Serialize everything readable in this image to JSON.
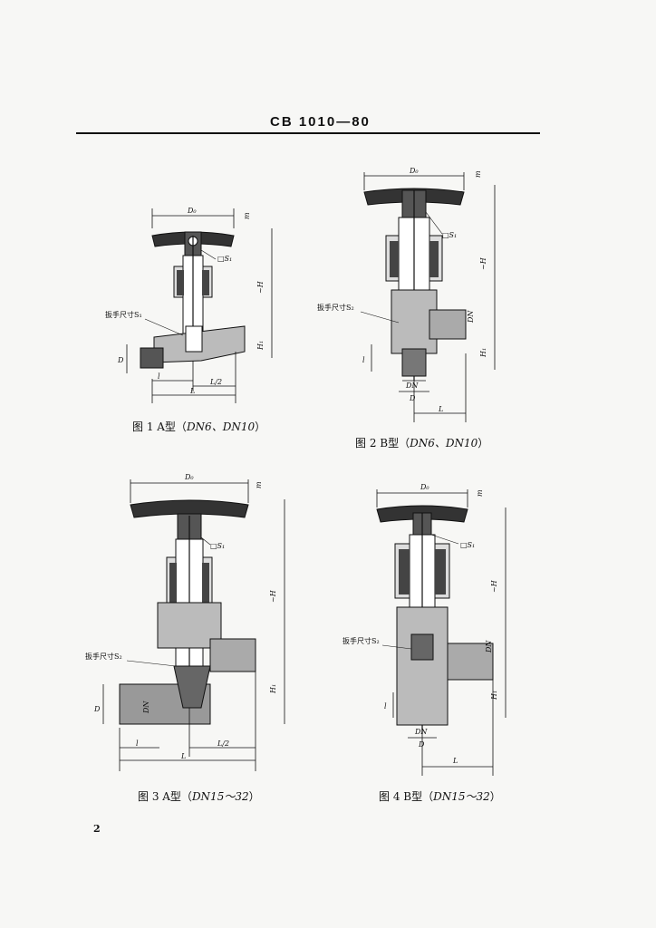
{
  "header": {
    "doc_code": "CB 1010—80"
  },
  "page_number": "2",
  "figures": [
    {
      "caption_prefix": "图 1  A型（",
      "caption_dn": "DN6、DN10",
      "caption_suffix": "）",
      "labels": {
        "d0": "D₀",
        "m": "m",
        "s1": "□S₁",
        "wrench": "扳手尺寸S₁",
        "h": "~H",
        "h1": "H₁",
        "d": "D",
        "l_small": "l",
        "l_half": "L/2",
        "l": "L"
      }
    },
    {
      "caption_prefix": "图 2  B型（",
      "caption_dn": "DN6、DN10",
      "caption_suffix": "）",
      "labels": {
        "d0": "D₀",
        "m": "m",
        "s1": "□S₁",
        "wrench": "扳手尺寸S₂",
        "h": "~H",
        "h1": "H₁",
        "dn": "DN",
        "d": "D",
        "l_small": "l",
        "l": "L"
      }
    },
    {
      "caption_prefix": "图 3  A型（",
      "caption_dn": "DN15～32",
      "caption_suffix": "）",
      "labels": {
        "d0": "D₀",
        "m": "m",
        "s1": "□S₁",
        "wrench": "扳手尺寸S₂",
        "h": "~H",
        "h1": "H₁",
        "d": "D",
        "dn": "DN",
        "l_small": "l",
        "l_half": "L/2",
        "l": "L"
      }
    },
    {
      "caption_prefix": "图 4  B型（",
      "caption_dn": "DN15～32",
      "caption_suffix": "）",
      "labels": {
        "d0": "D₀",
        "m": "m",
        "s1": "□S₁",
        "wrench": "扳手尺寸S₂",
        "h": "~H",
        "h1": "H₁",
        "dn": "DN",
        "d": "D",
        "l_small": "l",
        "l": "L"
      }
    }
  ]
}
